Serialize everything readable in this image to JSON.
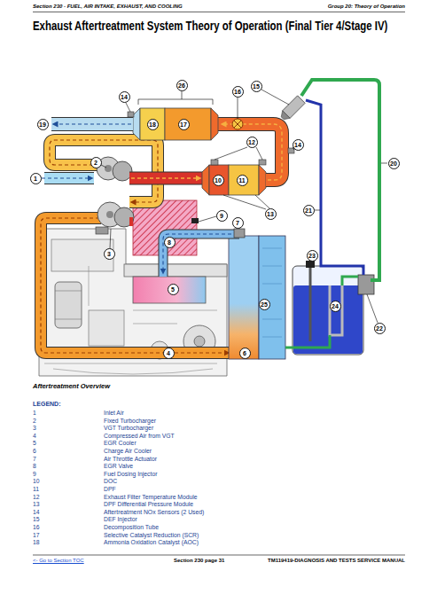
{
  "diagram": {
    "title": "Exhaust Aftertreatment System Theory of Operation (Final Tier 4/Stage IV)",
    "nodes": [
      {
        "text": [
          "26"
        ]
      },
      {
        "text": [
          "15"
        ]
      },
      {
        "text": [
          "16"
        ]
      },
      {
        "text": [
          "14"
        ]
      },
      {
        "text": [
          "19"
        ]
      },
      {
        "text": [
          "18"
        ]
      },
      {
        "text": [
          "17"
        ]
      },
      {
        "text": [
          "12"
        ]
      },
      {
        "text": [
          "14"
        ]
      },
      {
        "text": [
          "2"
        ]
      },
      {
        "text": [
          "20"
        ]
      },
      {
        "text": [
          "1"
        ]
      },
      {
        "text": [
          "10"
        ]
      },
      {
        "text": [
          "11"
        ]
      },
      {
        "text": [
          "21"
        ]
      },
      {
        "text": [
          "13"
        ]
      },
      {
        "text": [
          "9"
        ]
      },
      {
        "text": [
          "7"
        ]
      },
      {
        "text": [
          "8"
        ]
      },
      {
        "text": [
          "3"
        ]
      },
      {
        "text": [
          "23"
        ]
      },
      {
        "text": [
          "5"
        ]
      },
      {
        "text": [
          "25"
        ]
      },
      {
        "text": [
          "24"
        ]
      },
      {
        "text": [
          "22"
        ]
      },
      {
        "text": [
          "4"
        ]
      },
      {
        "text": [
          "6"
        ]
      }
    ],
    "labels": [
      "Section 230 - FUEL, AIR INTAKE, EXHAUST, AND COOLING",
      "Group 20: Theory of Operation",
      "Aftertreatment Overview",
      "LEGEND:",
      "1",
      "Inlet Air",
      "2",
      "Fixed Turbocharger",
      "3",
      "VGT Turbocharger",
      "4",
      "Compressed Air from VGT",
      "5",
      "EGR Cooler",
      "6",
      "Charge Air Cooler",
      "7",
      "Air Throttle Actuator",
      "8",
      "EGR Valve",
      "9",
      "Fuel Dosing Injector",
      "10",
      "DOC",
      "11",
      "DPF",
      "12",
      "Exhaust Filter Temperature Module",
      "13",
      "DPF Differential Pressure Module",
      "14",
      "Aftertreatment NOx Sensors (2 Used)",
      "15",
      "DEF Injector",
      "16",
      "Decomposition Tube",
      "17",
      "Selective Catalyst Reduction (SCR)",
      "18",
      "Ammonia Oxidation Catalyst (AOC)",
      "<- Go to Section TOC",
      "Section 230 page 31",
      "TM119419-DIAGNOSIS AND TESTS SERVICE MANUAL"
    ]
  }
}
